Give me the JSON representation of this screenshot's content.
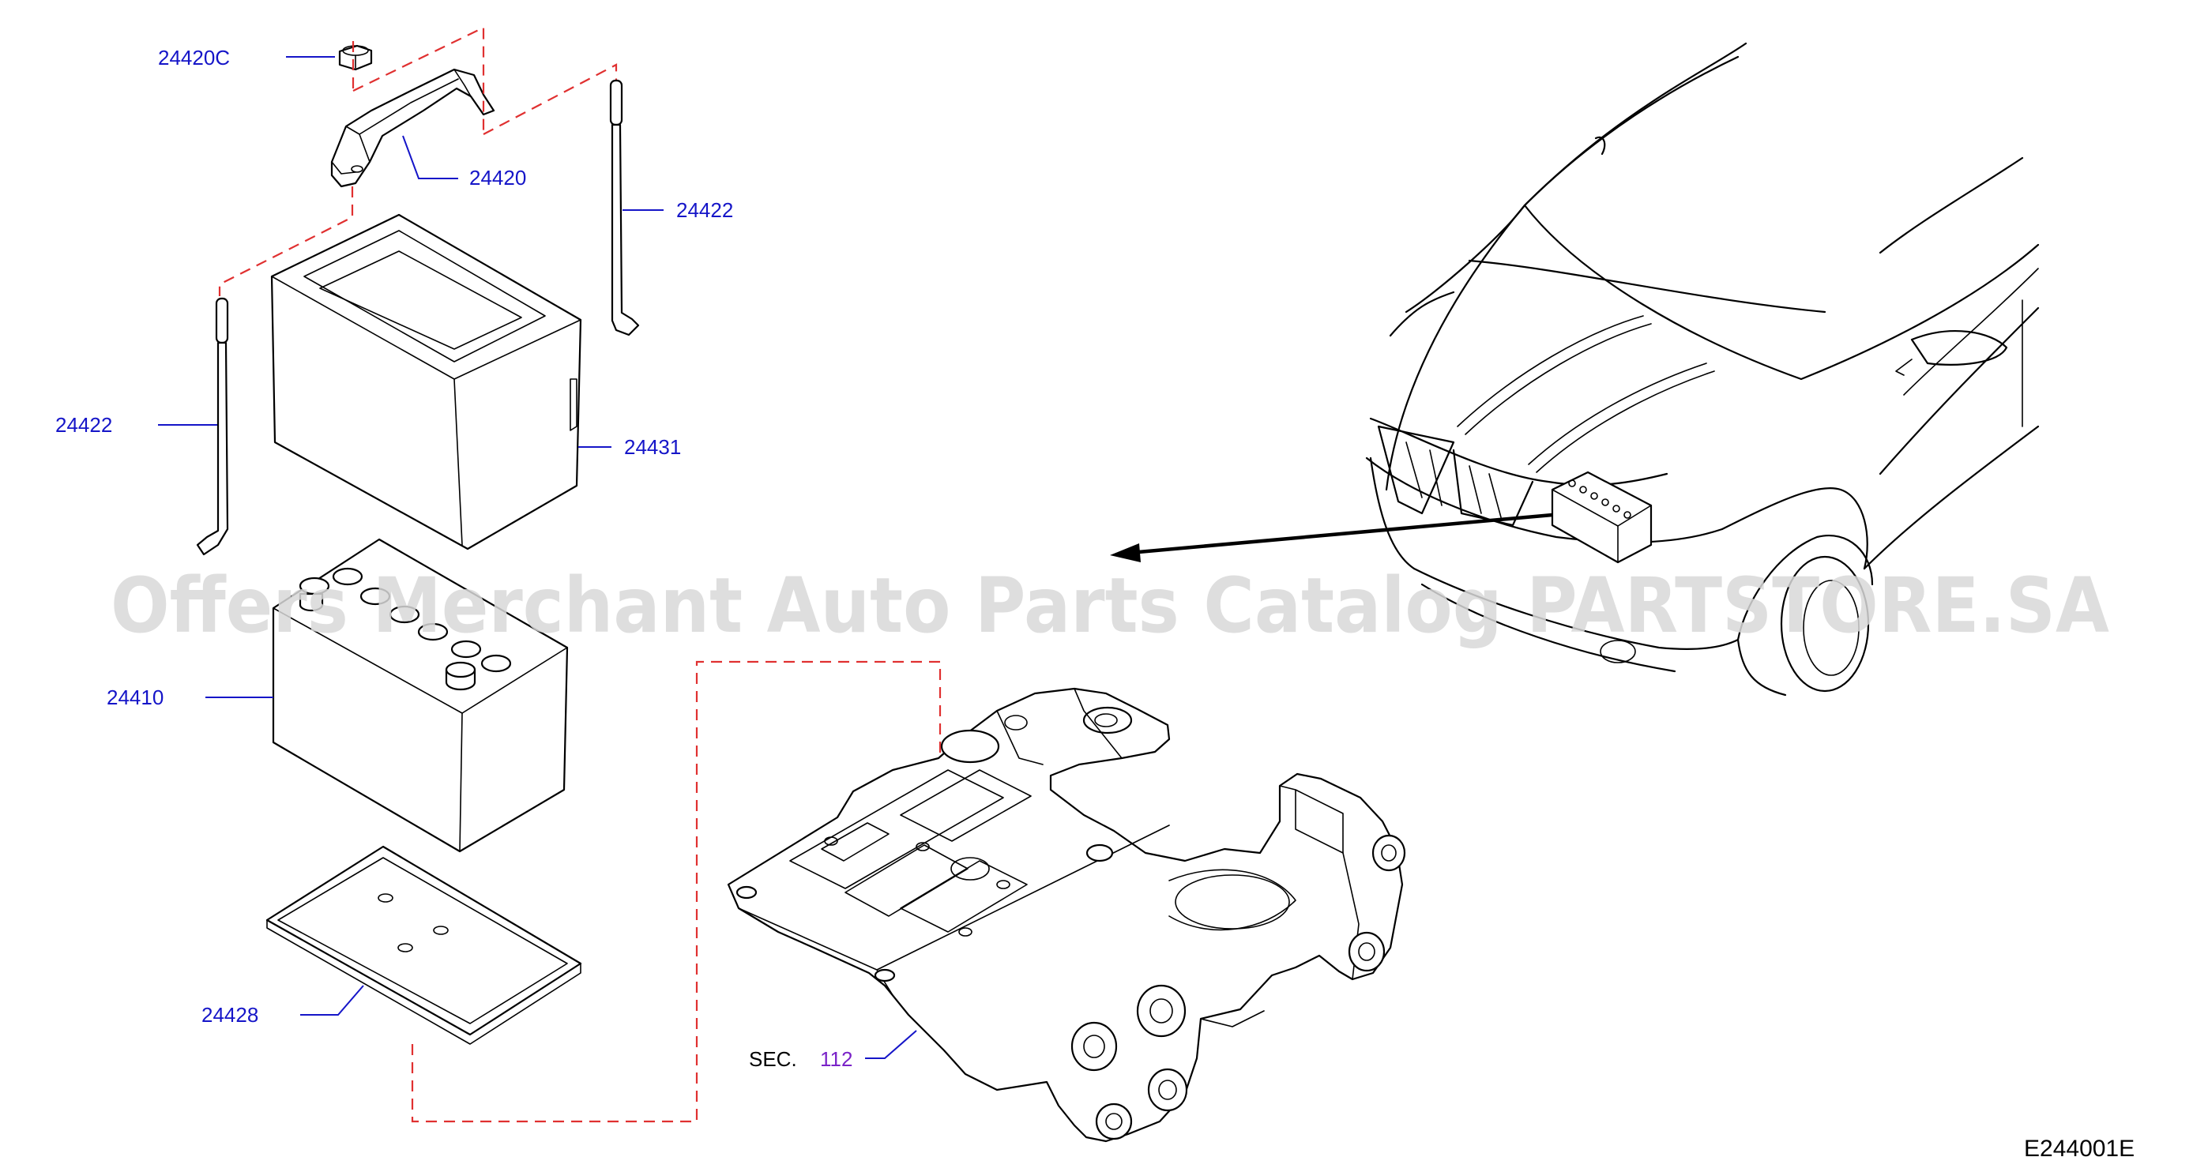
{
  "diagram": {
    "figure_code": "E244001E",
    "watermark": "Offers Merchant Auto Parts Catalog PARTSTORE.SA",
    "section_label": "SEC.",
    "section_number": "112",
    "parts": [
      {
        "id": "24420C"
      },
      {
        "id": "24420"
      },
      {
        "id": "24422"
      },
      {
        "id": "24422"
      },
      {
        "id": "24431"
      },
      {
        "id": "24410"
      },
      {
        "id": "24428"
      }
    ]
  }
}
